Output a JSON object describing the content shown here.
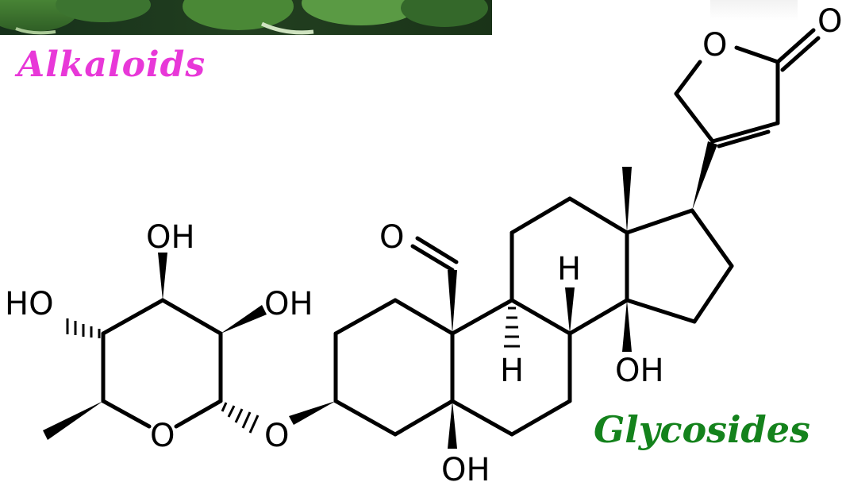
{
  "labels": {
    "alkaloids": "Alkaloids",
    "glycosides": "Glycosides"
  },
  "colors": {
    "alkaloids": "#e838d8",
    "glycosides": "#14821c"
  },
  "atoms": {
    "oh_top": "OH",
    "ho_left": "HO",
    "oh_sugar_right": "OH",
    "o_ring": "O",
    "o_link": "O",
    "oh_bottom": "OH",
    "o_aldehyde": "O",
    "h_up": "H",
    "h_down": "H",
    "oh_c14": "OH",
    "o_lactone_ring": "O",
    "o_carbonyl": "O"
  }
}
